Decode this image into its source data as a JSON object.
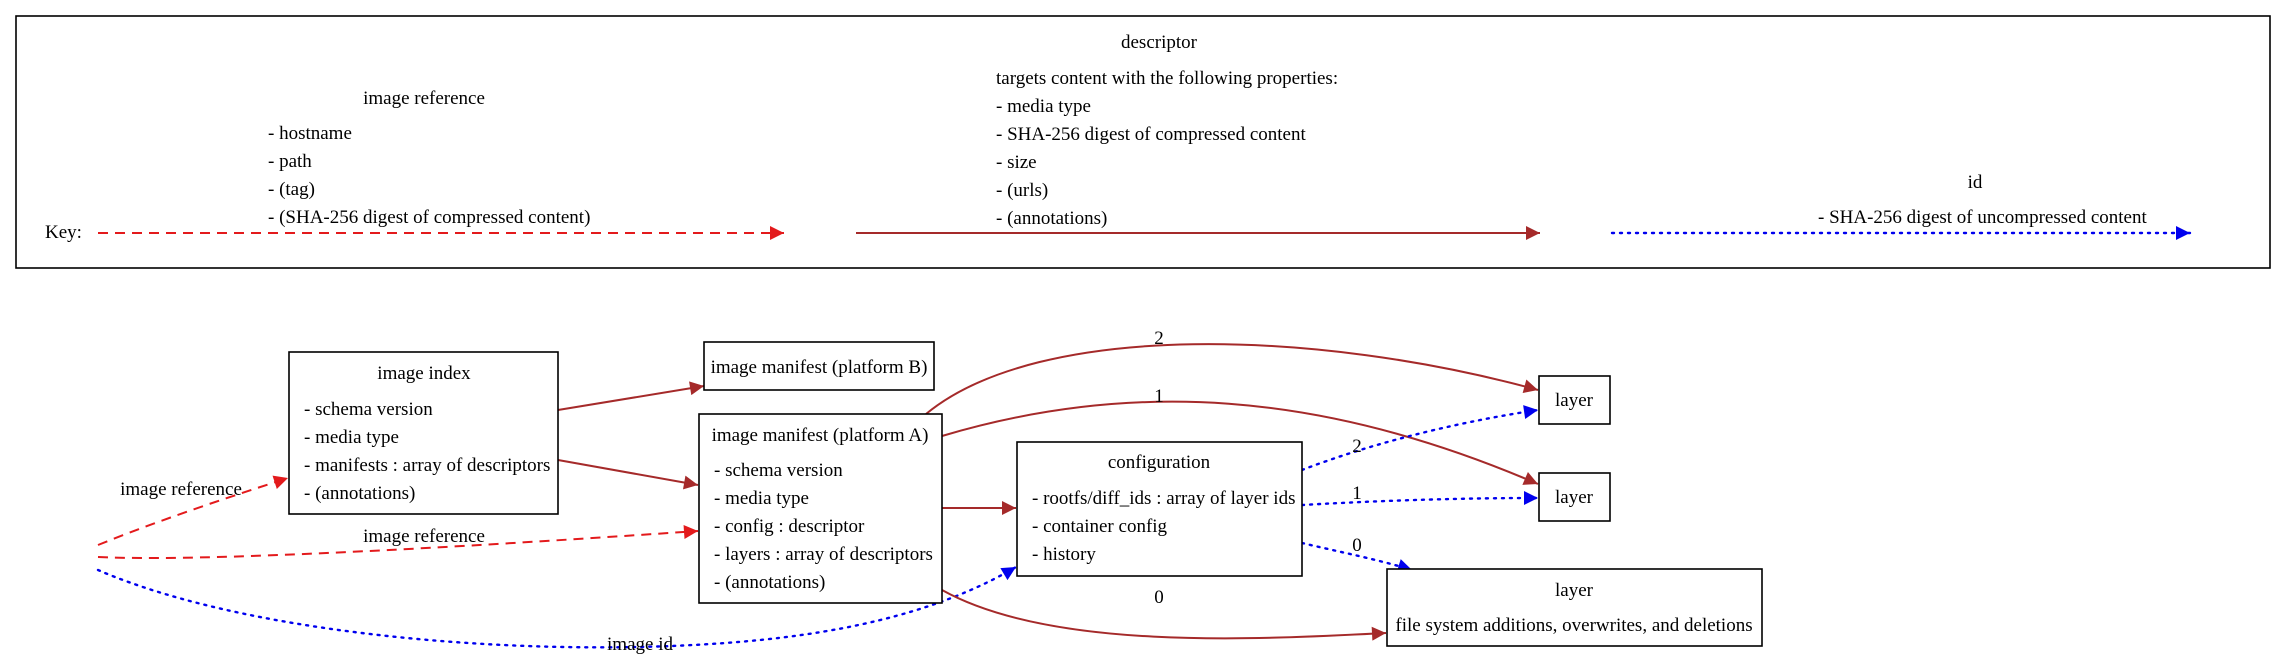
{
  "key": {
    "label": "Key:",
    "image_reference": {
      "title": "image reference",
      "lines": [
        "- hostname",
        "- path",
        "- (tag)",
        "- (SHA-256 digest of compressed content)"
      ]
    },
    "descriptor": {
      "title": "descriptor",
      "lines": [
        "targets content with the following properties:",
        "- media type",
        "- SHA-256 digest of compressed content",
        "- size",
        "- (urls)",
        "- (annotations)"
      ]
    },
    "id": {
      "title": "id",
      "lines": [
        "- SHA-256 digest of uncompressed content"
      ]
    }
  },
  "nodes": {
    "image_index": {
      "title": "image index",
      "lines": [
        "- schema version",
        "- media type",
        "- manifests : array of descriptors",
        "- (annotations)"
      ]
    },
    "manifest_b": {
      "title": "image manifest (platform B)"
    },
    "manifest_a": {
      "title": "image manifest (platform A)",
      "lines": [
        "- schema version",
        "- media type",
        "- config : descriptor",
        "- layers : array of descriptors",
        "- (annotations)"
      ]
    },
    "configuration": {
      "title": "configuration",
      "lines": [
        "- rootfs/diff_ids : array of layer ids",
        "- container config",
        "- history"
      ]
    },
    "layer_2": {
      "title": "layer"
    },
    "layer_1": {
      "title": "layer"
    },
    "layer_0": {
      "title": "layer",
      "lines": [
        "file system additions, overwrites, and deletions"
      ]
    }
  },
  "edge_labels": {
    "to_index": "image reference",
    "to_manifest_a": "image reference",
    "to_config": "image id",
    "layer2_desc": "2",
    "layer1_desc": "1",
    "layer0_desc": "0",
    "layer2_id": "2",
    "layer1_id": "1",
    "layer0_id": "0"
  },
  "colors": {
    "image_reference": "#e31a1c",
    "descriptor": "#a52a2a",
    "id": "#0000ee"
  }
}
